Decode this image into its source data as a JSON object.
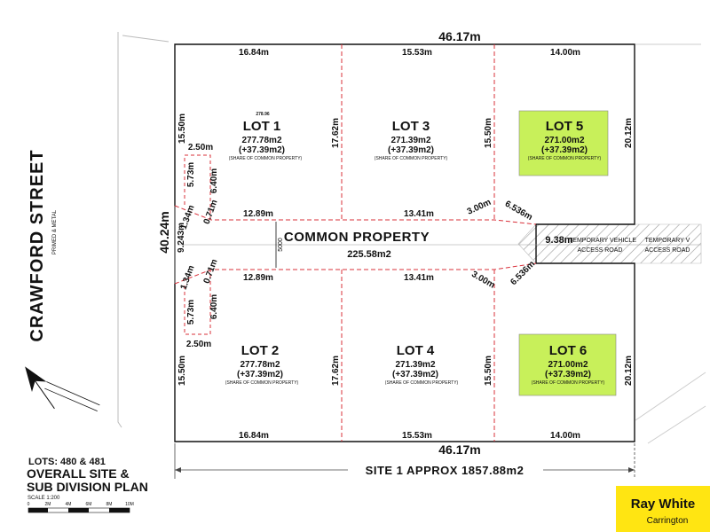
{
  "street": {
    "name": "CRAWFORD   STREET",
    "surface": "PRIMED & METAL"
  },
  "dims": {
    "top_total": "46.17m",
    "bottom_total": "46.17m",
    "left_total": "40.24m",
    "top_a": "16.84m",
    "top_b": "15.53m",
    "top_c": "14.00m",
    "bottom_a": "16.84m",
    "bottom_b": "15.53m",
    "bottom_c": "14.00m",
    "l1_left": "15.50m",
    "l1_right": "17.62m",
    "l3_right": "15.50m",
    "l5_right": "20.12m",
    "l2_left": "15.50m",
    "l2_right": "17.62m",
    "l4_right": "15.50m",
    "l6_right": "20.12m",
    "notch_top_w": "2.50m",
    "notch_top_h1": "5.73m",
    "notch_top_h2": "6.40m",
    "notch_top_a": "1.34m",
    "notch_top_b": "0.71m",
    "notch_bot_w": "2.50m",
    "notch_bot_h1": "5.73m",
    "notch_bot_h2": "6.40m",
    "notch_bot_a": "1.34m",
    "notch_bot_b": "0.71m",
    "cp_left": "9.243m",
    "cp_top_a": "12.89m",
    "cp_top_b": "13.41m",
    "cp_top_c": "3.00m",
    "cp_top_d": "6.536m",
    "cp_bot_a": "12.89m",
    "cp_bot_b": "13.41m",
    "cp_bot_c": "3.00m",
    "cp_bot_d": "6.536m",
    "road_width": "9.38m",
    "cp_width": "5000",
    "small_note": "278.96"
  },
  "lots": [
    {
      "name": "LOT 1",
      "area": "277.78m2",
      "share": "(+37.39m2)",
      "note": "(SHARE OF COMMON PROPERTY)"
    },
    {
      "name": "LOT 3",
      "area": "271.39m2",
      "share": "(+37.39m2)",
      "note": "(SHARE OF COMMON PROPERTY)"
    },
    {
      "name": "LOT 5",
      "area": "271.00m2",
      "share": "(+37.39m2)",
      "note": "(SHARE OF COMMON PROPERTY)"
    },
    {
      "name": "LOT 2",
      "area": "277.78m2",
      "share": "(+37.39m2)",
      "note": "(SHARE OF COMMON PROPERTY)"
    },
    {
      "name": "LOT 4",
      "area": "271.39m2",
      "share": "(+37.39m2)",
      "note": "(SHARE OF COMMON PROPERTY)"
    },
    {
      "name": "LOT 6",
      "area": "271.00m2",
      "share": "(+37.39m2)",
      "note": "(SHARE OF COMMON PROPERTY)"
    }
  ],
  "common_property": {
    "label": "COMMON PROPERTY",
    "area": "225.58m2"
  },
  "access_road": {
    "line1": "TEMPORARY VEHICLE",
    "line2": "ACCESS ROAD",
    "line1_ext": "TEMPORARY V",
    "line2_ext": "ACCESS ROAD"
  },
  "site_total": "SITE 1 APPROX 1857.88m2",
  "title_block": {
    "lots": "LOTS: 480 & 481",
    "line1": "OVERALL SITE &",
    "line2": "SUB DIVISION PLAN",
    "scale": "SCALE 1:200",
    "scale_marks": [
      "0",
      "2M",
      "4M",
      "6M",
      "8M",
      "10M"
    ]
  },
  "brand": {
    "name": "Ray White",
    "office": "Carrington",
    "accent": "#ffe512"
  },
  "colors": {
    "highlight": "#c8f05a",
    "boundary": "#111111",
    "lot_divider": "#d9303a"
  }
}
